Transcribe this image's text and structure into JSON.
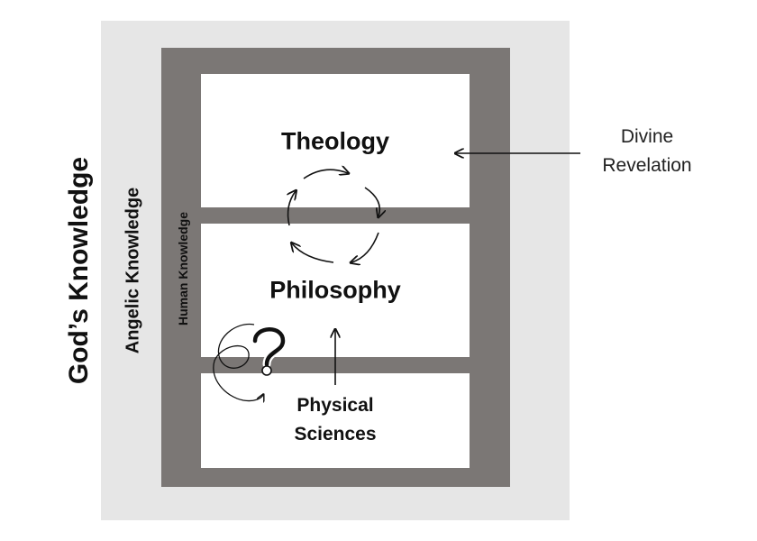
{
  "labels": {
    "gods_knowledge": "God’s Knowledge",
    "angelic_knowledge": "Angelic Knowledge",
    "human_knowledge": "Human Knowledge"
  },
  "rooms": {
    "theology": "Theology",
    "philosophy": "Philosophy",
    "physical_sciences_line1": "Physical",
    "physical_sciences_line2": "Sciences"
  },
  "external": {
    "divine_line1": "Divine",
    "divine_line2": "Revelation"
  },
  "icons": [
    "cycle-arrows-icon",
    "question-mark-icon",
    "curved-arrow-icon"
  ],
  "colors": {
    "outer": "#e6e6e6",
    "frame": "#7b7775",
    "room": "#ffffff",
    "ink": "#111111"
  }
}
